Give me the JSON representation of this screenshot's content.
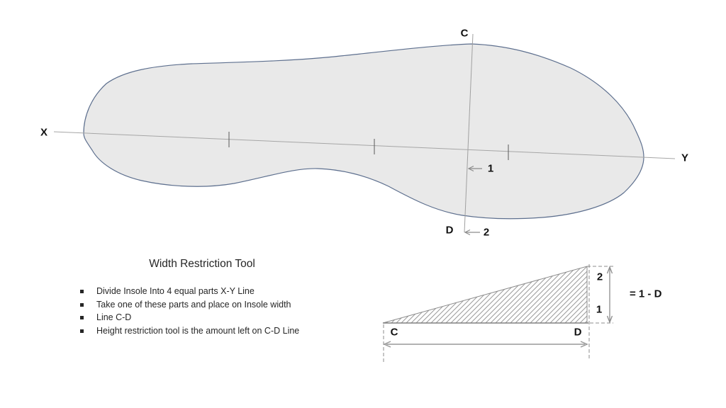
{
  "slide": {
    "background": "#ffffff"
  },
  "colors": {
    "insole_fill": "#e9e9e9",
    "insole_stroke": "#5d6f8e",
    "guide_line": "#a6a6a6",
    "tick": "#595959",
    "arrow": "#8c8c8c",
    "hatch": "#9a9a9a",
    "text": "#111111"
  },
  "insole_diagram": {
    "label_x": "X",
    "label_y": "Y",
    "label_c": "C",
    "label_d": "D",
    "marker_1": "1",
    "marker_2": "2"
  },
  "instructions": {
    "title": "Width Restriction Tool",
    "bullets": [
      "Divide Insole Into 4 equal parts X-Y Line",
      "Take one of these parts and place on Insole width",
      "Line C-D",
      "Height restriction tool is the amount left on C-D Line"
    ]
  },
  "height_tool": {
    "label_c": "C",
    "label_d": "D",
    "label_1": "1",
    "label_2": "2",
    "formula": "= 1 - D"
  }
}
